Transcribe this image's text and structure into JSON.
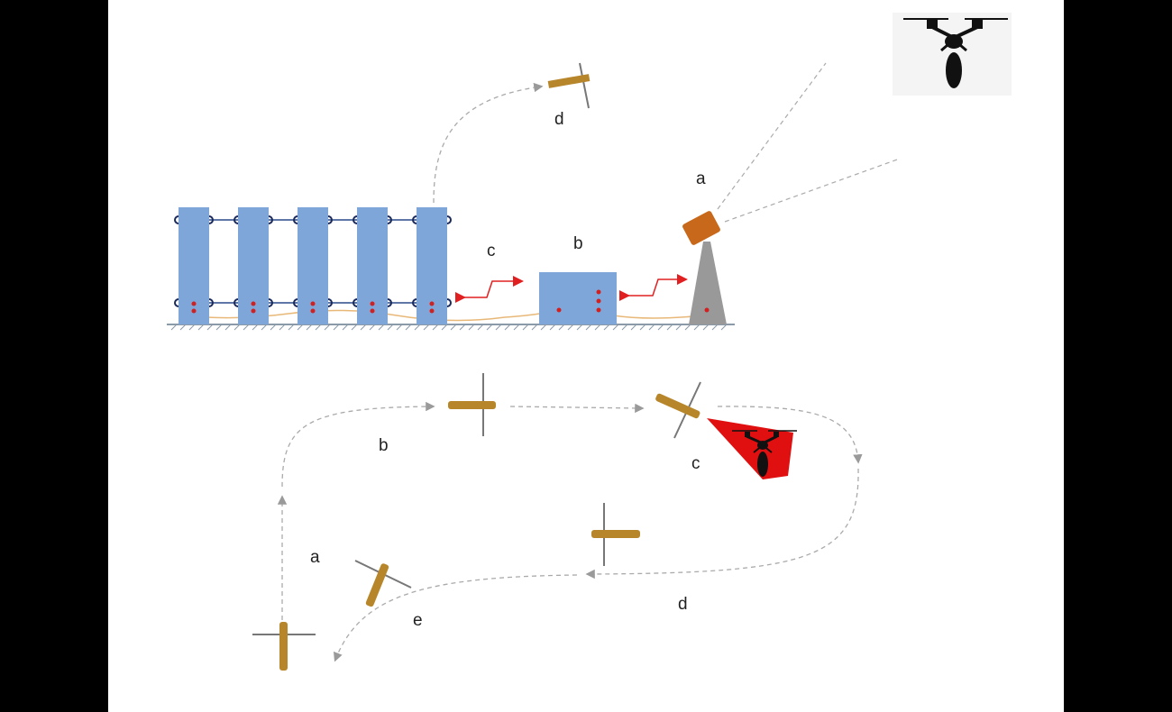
{
  "labels": {
    "top_a": "a",
    "top_b": "b",
    "top_c": "c",
    "top_d": "d",
    "bottom_a": "a",
    "bottom_b": "b",
    "bottom_c": "c",
    "bottom_d": "d",
    "bottom_e": "e"
  },
  "colors": {
    "panel_blue": "#7ea6d8",
    "ground": "#8a9aa8",
    "cannon": "#c8681a",
    "tower": "#999999",
    "arrow_red": "#e02020",
    "dot_red": "#d02020",
    "mast_gold": "#b8862a",
    "path_grey": "#9a9a9a",
    "cone_red": "#e01010"
  },
  "icons": [
    "drone-icon",
    "drone-icon",
    "launcher-icon",
    "radar-tower-icon"
  ]
}
